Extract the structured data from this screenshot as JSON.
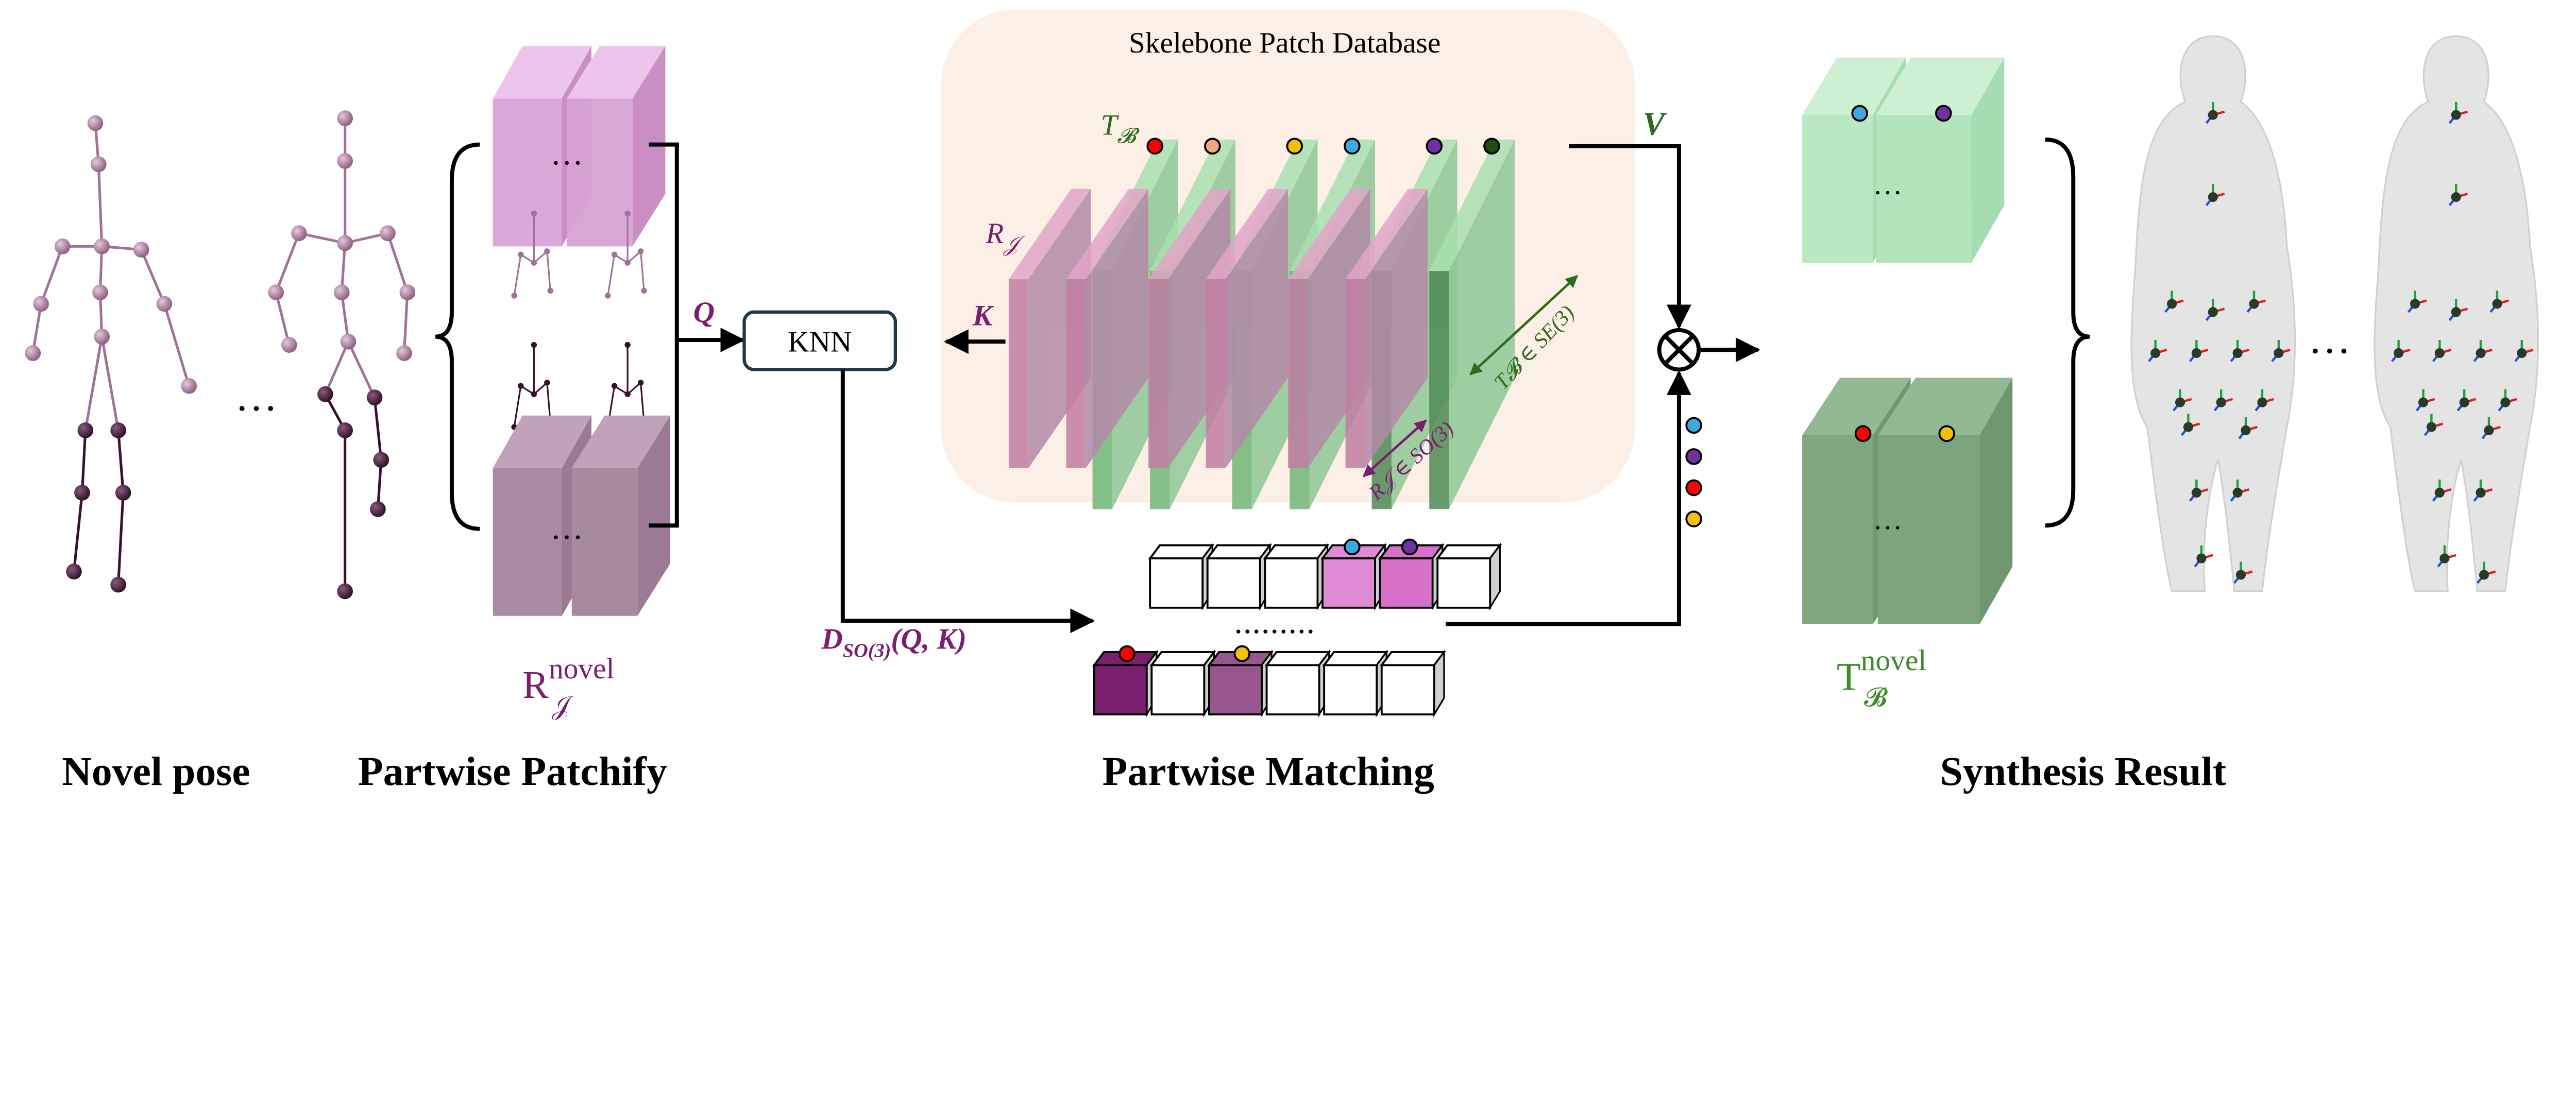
{
  "stage_labels": {
    "novel_pose": "Novel pose",
    "patchify": "Partwise Patchify",
    "matching": "Partwise Matching",
    "synthesis": "Synthesis Result"
  },
  "database": {
    "title": "Skelebone Patch Database",
    "t_label": "T",
    "t_sub": "𝓑",
    "r_label": "R",
    "r_sub": "𝒥",
    "se3_label": "T𝓑 ∈ SE(3)",
    "so3_label": "R𝒥 ∈ SO(3)"
  },
  "flow": {
    "q_label": "Q",
    "k_label": "K",
    "v_label": "V",
    "knn_label": "KNN",
    "distance_main": "D",
    "distance_sub": "SO(3)",
    "distance_args": "(Q, K)",
    "ellipsis": "…",
    "row_dots": "•••••••••"
  },
  "patchify": {
    "r_novel_base": "R",
    "r_novel_sub": "𝒥",
    "r_novel_sup": "novel",
    "ellipsis": "…"
  },
  "synthesis": {
    "t_novel_base": "T",
    "t_novel_sub": "𝓑",
    "t_novel_sup": "novel",
    "ellipsis": "…"
  },
  "colors": {
    "database_bg": "#fcefe6",
    "green_plane": "#8fd19a",
    "dark_green_plane": "#4f8a55",
    "pink_plane": "#d89ac2",
    "purple_plane": "#9c7a94",
    "accent_purple": "#7a1f6e",
    "accent_green": "#2e6b1f",
    "dot_red": "#ff0000",
    "dot_peach": "#f0a880",
    "dot_yellow": "#f5c000",
    "dot_blue": "#40a8e0",
    "dot_purple": "#7030a0",
    "dot_darkgreen": "#1e4d14"
  }
}
